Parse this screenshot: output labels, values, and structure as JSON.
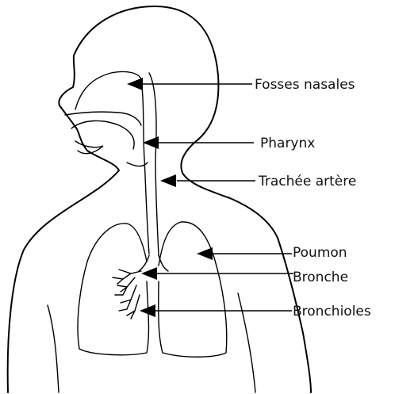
{
  "labels": {
    "fosses_nasales": "Fosses nasales",
    "pharynx": "Pharynx",
    "trachee_artere": "Trachée artère",
    "poumon": "Poumon",
    "bronche": "Bronche",
    "bronchioles": "Bronchioles"
  },
  "colors": {
    "stroke": "#000000",
    "background": "#ffffff"
  }
}
